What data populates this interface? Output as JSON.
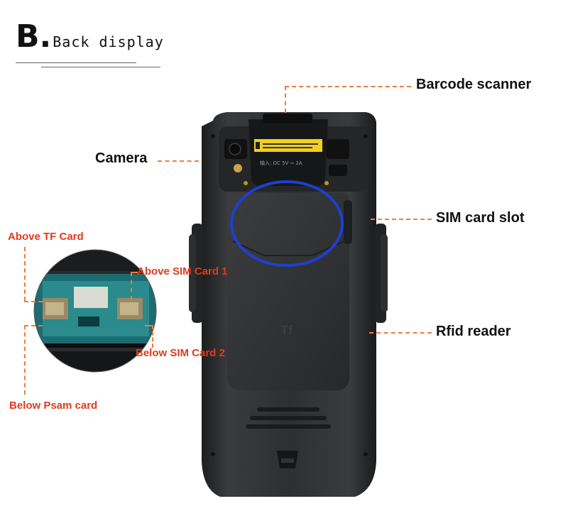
{
  "header": {
    "letter": "B.",
    "title": "Back display"
  },
  "callouts": {
    "barcode_scanner": "Barcode scanner",
    "camera": "Camera",
    "sim_card_slot": "SIM card slot",
    "rfid_reader": "Rfid reader"
  },
  "inset_labels": {
    "above_tf_card": "Above TF Card",
    "above_sim_card_1": "Above SIM Card 1",
    "below_sim_card_2": "Below SIM Card 2",
    "below_psam_card": "Below Psam card"
  },
  "device": {
    "power_label": "输入: DC 5V ⎓ 2A"
  },
  "colors": {
    "callout_line": "#f07b3f",
    "inset_text": "#e23a1c",
    "highlight_ring": "#1f3fd0",
    "device_body": "#2b2c2e"
  }
}
